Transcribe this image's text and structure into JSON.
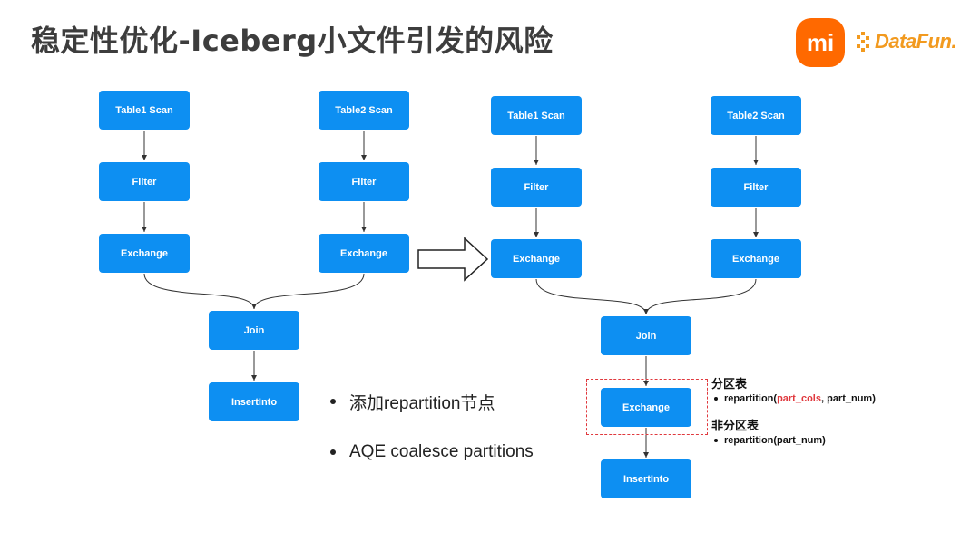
{
  "header": {
    "title": "稳定性优化-Iceberg小文件引发的风险"
  },
  "logos": {
    "mi_text": "mi",
    "datafun_text": "DataFun."
  },
  "colors": {
    "box": "#0d8ff2",
    "accent_red": "#e0393e",
    "title": "#3d3d3d",
    "logo_orange": "#ff6900",
    "datafun_orange": "#f29a1f"
  },
  "left_flow": {
    "table1_scan": "Table1 Scan",
    "table2_scan": "Table2 Scan",
    "filter1": "Filter",
    "filter2": "Filter",
    "exchange1": "Exchange",
    "exchange2": "Exchange",
    "join": "Join",
    "insert_into": "InsertInto"
  },
  "right_flow": {
    "table1_scan": "Table1 Scan",
    "table2_scan": "Table2 Scan",
    "filter1": "Filter",
    "filter2": "Filter",
    "exchange1": "Exchange",
    "exchange2": "Exchange",
    "join": "Join",
    "exchange_repartition": "Exchange",
    "insert_into": "InsertInto"
  },
  "bullets": [
    "添加repartition节点",
    "AQE coalesce partitions"
  ],
  "notes": {
    "partitioned": {
      "heading": "分区表",
      "fn_open": "repartition(",
      "fn_highlight": "part_cols",
      "fn_close": ", part_num)"
    },
    "non_partitioned": {
      "heading": "非分区表",
      "fn": "repartition(part_num)"
    }
  }
}
